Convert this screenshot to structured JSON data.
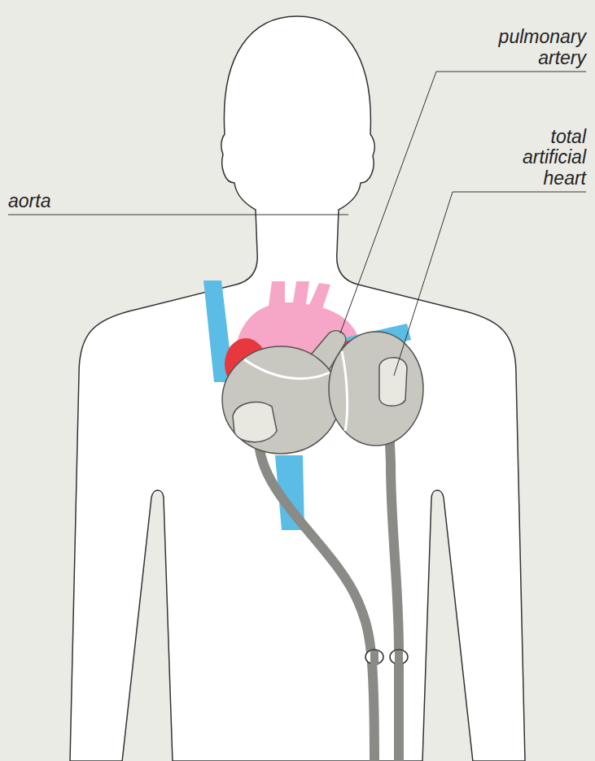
{
  "diagram": {
    "labels": [
      "pulmonary artery",
      "total artificial heart",
      "aorta"
    ]
  }
}
